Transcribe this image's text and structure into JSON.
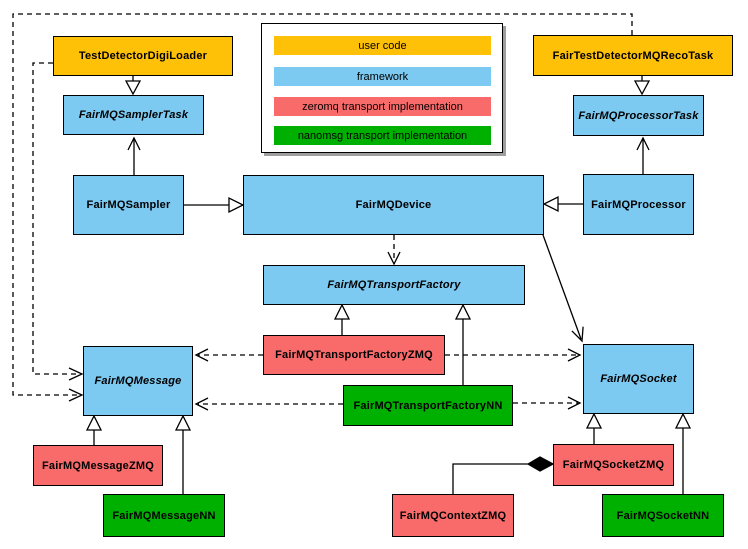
{
  "nodes": {
    "digi_loader": {
      "label": "TestDetectorDigiLoader"
    },
    "reco_task": {
      "label": "FairTestDetectorMQRecoTask"
    },
    "sampler_task": {
      "label": "FairMQSamplerTask"
    },
    "processor_task": {
      "label": "FairMQProcessorTask"
    },
    "sampler": {
      "label": "FairMQSampler"
    },
    "device": {
      "label": "FairMQDevice"
    },
    "processor": {
      "label": "FairMQProcessor"
    },
    "transport_factory": {
      "label": "FairMQTransportFactory"
    },
    "transport_factory_zmq": {
      "label": "FairMQTransportFactoryZMQ"
    },
    "transport_factory_nn": {
      "label": "FairMQTransportFactoryNN"
    },
    "message": {
      "label": "FairMQMessage"
    },
    "socket": {
      "label": "FairMQSocket"
    },
    "message_zmq": {
      "label": "FairMQMessageZMQ"
    },
    "message_nn": {
      "label": "FairMQMessageNN"
    },
    "context_zmq": {
      "label": "FairMQContextZMQ"
    },
    "socket_zmq": {
      "label": "FairMQSocketZMQ"
    },
    "socket_nn": {
      "label": "FairMQSocketNN"
    }
  },
  "legend": {
    "items": [
      {
        "label": "user code",
        "color": "#FFC107"
      },
      {
        "label": "framework",
        "color": "#7CC9F1"
      },
      {
        "label": "zeromq transport implementation",
        "color": "#F96A6A"
      },
      {
        "label": "nanomsg transport implementation",
        "color": "#00B000"
      }
    ]
  },
  "colors": {
    "background": "#ffffff",
    "border": "#000000",
    "legend_shadow": "#9e9e9e"
  },
  "edges": [
    {
      "from": "digi_loader",
      "to": "sampler_task",
      "kind": "generalization"
    },
    {
      "from": "reco_task",
      "to": "processor_task",
      "kind": "generalization"
    },
    {
      "from": "sampler",
      "to": "sampler_task",
      "kind": "association"
    },
    {
      "from": "processor",
      "to": "processor_task",
      "kind": "association"
    },
    {
      "from": "sampler",
      "to": "device",
      "kind": "generalization"
    },
    {
      "from": "processor",
      "to": "device",
      "kind": "generalization"
    },
    {
      "from": "device",
      "to": "transport_factory",
      "kind": "dependency"
    },
    {
      "from": "device",
      "to": "socket",
      "kind": "association"
    },
    {
      "from": "transport_factory_zmq",
      "to": "transport_factory",
      "kind": "generalization"
    },
    {
      "from": "transport_factory_nn",
      "to": "transport_factory",
      "kind": "generalization"
    },
    {
      "from": "transport_factory_zmq",
      "to": "message",
      "kind": "dependency"
    },
    {
      "from": "transport_factory_zmq",
      "to": "socket",
      "kind": "dependency"
    },
    {
      "from": "transport_factory_nn",
      "to": "message",
      "kind": "dependency"
    },
    {
      "from": "transport_factory_nn",
      "to": "socket",
      "kind": "dependency"
    },
    {
      "from": "digi_loader",
      "to": "message",
      "kind": "dependency"
    },
    {
      "from": "reco_task",
      "to": "message",
      "kind": "dependency"
    },
    {
      "from": "message_zmq",
      "to": "message",
      "kind": "generalization"
    },
    {
      "from": "message_nn",
      "to": "message",
      "kind": "generalization"
    },
    {
      "from": "socket_zmq",
      "to": "socket",
      "kind": "generalization"
    },
    {
      "from": "socket_nn",
      "to": "socket",
      "kind": "generalization"
    },
    {
      "from": "context_zmq",
      "to": "socket_zmq",
      "kind": "composition"
    }
  ]
}
